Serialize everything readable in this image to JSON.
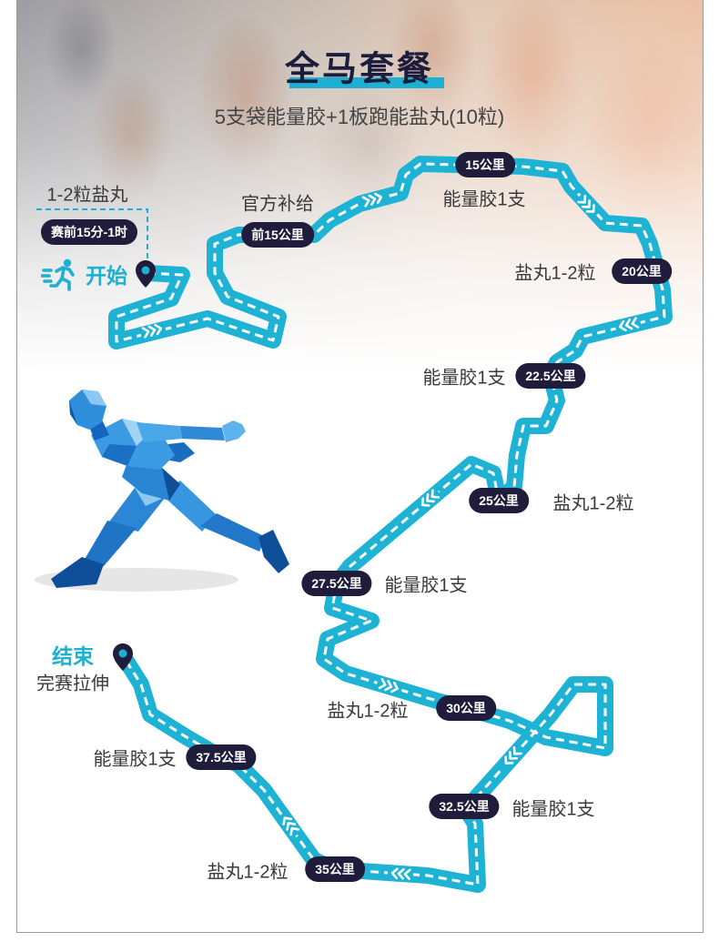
{
  "title": "全马套餐",
  "subtitle": "5支袋能量胶+1板跑能盐丸(10粒)",
  "start": {
    "note": "1-2粒盐丸",
    "timing": "赛前15分-1时",
    "label": "开始",
    "icon": "runner-icon",
    "pin_icon": "map-pin-icon"
  },
  "checkpoints": [
    {
      "distance": "前15公里",
      "note": "官方补给"
    },
    {
      "distance": "15公里",
      "note": "能量胶1支"
    },
    {
      "distance": "20公里",
      "note": "盐丸1-2粒"
    },
    {
      "distance": "22.5公里",
      "note": "能量胶1支"
    },
    {
      "distance": "25公里",
      "note": "盐丸1-2粒"
    },
    {
      "distance": "27.5公里",
      "note": "能量胶1支"
    },
    {
      "distance": "30公里",
      "note": "盐丸1-2粒"
    },
    {
      "distance": "32.5公里",
      "note": "能量胶1支"
    },
    {
      "distance": "35公里",
      "note": "盐丸1-2粒"
    },
    {
      "distance": "37.5公里",
      "note": "能量胶1支"
    }
  ],
  "finish": {
    "label": "结束",
    "note": "完赛拉伸",
    "pin_icon": "map-pin-icon"
  },
  "colors": {
    "route": "#1eb3d4",
    "route_dash": "#ffffff",
    "badge": "#1f1d3b",
    "badge_text": "#ffffff",
    "title": "#1c1c3c",
    "accent": "#1cb0d2",
    "label": "#3a3a3a",
    "runner": "#2a86d6"
  }
}
